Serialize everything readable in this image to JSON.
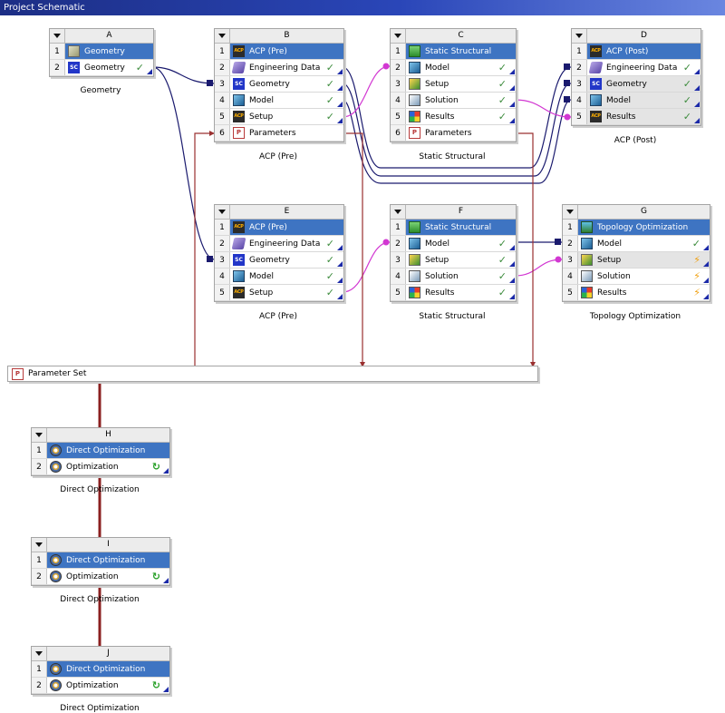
{
  "title": "Project Schematic",
  "colors": {
    "selected_row": "#3e74c2",
    "wire_navy": "#1a1a6e",
    "wire_magenta": "#d238d2",
    "wire_red": "#8b2020"
  },
  "systems": {
    "A": {
      "letter": "A",
      "caption": "Geometry",
      "rows": [
        {
          "num": "1",
          "label": "Geometry",
          "icon": "geometry-icon",
          "status": ""
        },
        {
          "num": "2",
          "label": "Geometry",
          "icon": "spaceclaim-icon",
          "status": "check"
        }
      ]
    },
    "B": {
      "letter": "B",
      "caption": "ACP (Pre)",
      "rows": [
        {
          "num": "1",
          "label": "ACP (Pre)",
          "icon": "acp-icon",
          "status": ""
        },
        {
          "num": "2",
          "label": "Engineering Data",
          "icon": "engineering-data-icon",
          "status": "check"
        },
        {
          "num": "3",
          "label": "Geometry",
          "icon": "spaceclaim-icon",
          "status": "check"
        },
        {
          "num": "4",
          "label": "Model",
          "icon": "model-icon",
          "status": "check"
        },
        {
          "num": "5",
          "label": "Setup",
          "icon": "acp-icon",
          "status": "check"
        },
        {
          "num": "6",
          "label": "Parameters",
          "icon": "parameters-icon",
          "status": ""
        }
      ]
    },
    "C": {
      "letter": "C",
      "caption": "Static Structural",
      "rows": [
        {
          "num": "1",
          "label": "Static Structural",
          "icon": "static-structural-icon",
          "status": ""
        },
        {
          "num": "2",
          "label": "Model",
          "icon": "model-icon",
          "status": "check"
        },
        {
          "num": "3",
          "label": "Setup",
          "icon": "setup-icon",
          "status": "check"
        },
        {
          "num": "4",
          "label": "Solution",
          "icon": "solution-icon",
          "status": "check"
        },
        {
          "num": "5",
          "label": "Results",
          "icon": "results-icon",
          "status": "check"
        },
        {
          "num": "6",
          "label": "Parameters",
          "icon": "parameters-icon",
          "status": ""
        }
      ]
    },
    "D": {
      "letter": "D",
      "caption": "ACP (Post)",
      "rows": [
        {
          "num": "1",
          "label": "ACP (Post)",
          "icon": "acp-icon",
          "status": ""
        },
        {
          "num": "2",
          "label": "Engineering Data",
          "icon": "engineering-data-icon",
          "status": "check"
        },
        {
          "num": "3",
          "label": "Geometry",
          "icon": "spaceclaim-icon",
          "status": "check"
        },
        {
          "num": "4",
          "label": "Model",
          "icon": "model-icon",
          "status": "check"
        },
        {
          "num": "5",
          "label": "Results",
          "icon": "acp-icon",
          "status": "check"
        }
      ]
    },
    "E": {
      "letter": "E",
      "caption": "ACP (Pre)",
      "rows": [
        {
          "num": "1",
          "label": "ACP (Pre)",
          "icon": "acp-icon",
          "status": ""
        },
        {
          "num": "2",
          "label": "Engineering Data",
          "icon": "engineering-data-icon",
          "status": "check"
        },
        {
          "num": "3",
          "label": "Geometry",
          "icon": "spaceclaim-icon",
          "status": "check"
        },
        {
          "num": "4",
          "label": "Model",
          "icon": "model-icon",
          "status": "check"
        },
        {
          "num": "5",
          "label": "Setup",
          "icon": "acp-icon",
          "status": "check"
        }
      ]
    },
    "F": {
      "letter": "F",
      "caption": "Static Structural",
      "rows": [
        {
          "num": "1",
          "label": "Static Structural",
          "icon": "static-structural-icon",
          "status": ""
        },
        {
          "num": "2",
          "label": "Model",
          "icon": "model-icon",
          "status": "check"
        },
        {
          "num": "3",
          "label": "Setup",
          "icon": "setup-icon",
          "status": "check"
        },
        {
          "num": "4",
          "label": "Solution",
          "icon": "solution-icon",
          "status": "check"
        },
        {
          "num": "5",
          "label": "Results",
          "icon": "results-icon",
          "status": "check"
        }
      ]
    },
    "G": {
      "letter": "G",
      "caption": "Topology Optimization",
      "rows": [
        {
          "num": "1",
          "label": "Topology Optimization",
          "icon": "topology-optimization-icon",
          "status": ""
        },
        {
          "num": "2",
          "label": "Model",
          "icon": "model-icon",
          "status": "check"
        },
        {
          "num": "3",
          "label": "Setup",
          "icon": "setup-icon",
          "status": "bolt"
        },
        {
          "num": "4",
          "label": "Solution",
          "icon": "solution-icon",
          "status": "bolt"
        },
        {
          "num": "5",
          "label": "Results",
          "icon": "results-icon",
          "status": "bolt"
        }
      ]
    },
    "H": {
      "letter": "H",
      "caption": "Direct Optimization",
      "rows": [
        {
          "num": "1",
          "label": "Direct Optimization",
          "icon": "direct-optimization-icon",
          "status": ""
        },
        {
          "num": "2",
          "label": "Optimization",
          "icon": "direct-optimization-icon",
          "status": "refresh"
        }
      ]
    },
    "I": {
      "letter": "I",
      "caption": "Direct Optimization",
      "rows": [
        {
          "num": "1",
          "label": "Direct Optimization",
          "icon": "direct-optimization-icon",
          "status": ""
        },
        {
          "num": "2",
          "label": "Optimization",
          "icon": "direct-optimization-icon",
          "status": "refresh"
        }
      ]
    },
    "J": {
      "letter": "J",
      "caption": "Direct Optimization",
      "rows": [
        {
          "num": "1",
          "label": "Direct Optimization",
          "icon": "direct-optimization-icon",
          "status": ""
        },
        {
          "num": "2",
          "label": "Optimization",
          "icon": "direct-optimization-icon",
          "status": "refresh"
        }
      ]
    }
  },
  "parameter_set": {
    "label": "Parameter Set",
    "icon": "parameters-icon"
  }
}
